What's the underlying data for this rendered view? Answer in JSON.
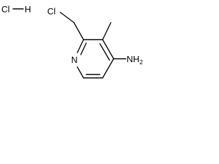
{
  "molecule": {
    "salt": {
      "chlorine": "Cl",
      "hydrogen": "H"
    },
    "chloromethyl_chlorine": "Cl",
    "ring_nitrogen": "N",
    "amino_group": "NH2",
    "ink_color": "#000000",
    "background_color": "#ffffff"
  }
}
